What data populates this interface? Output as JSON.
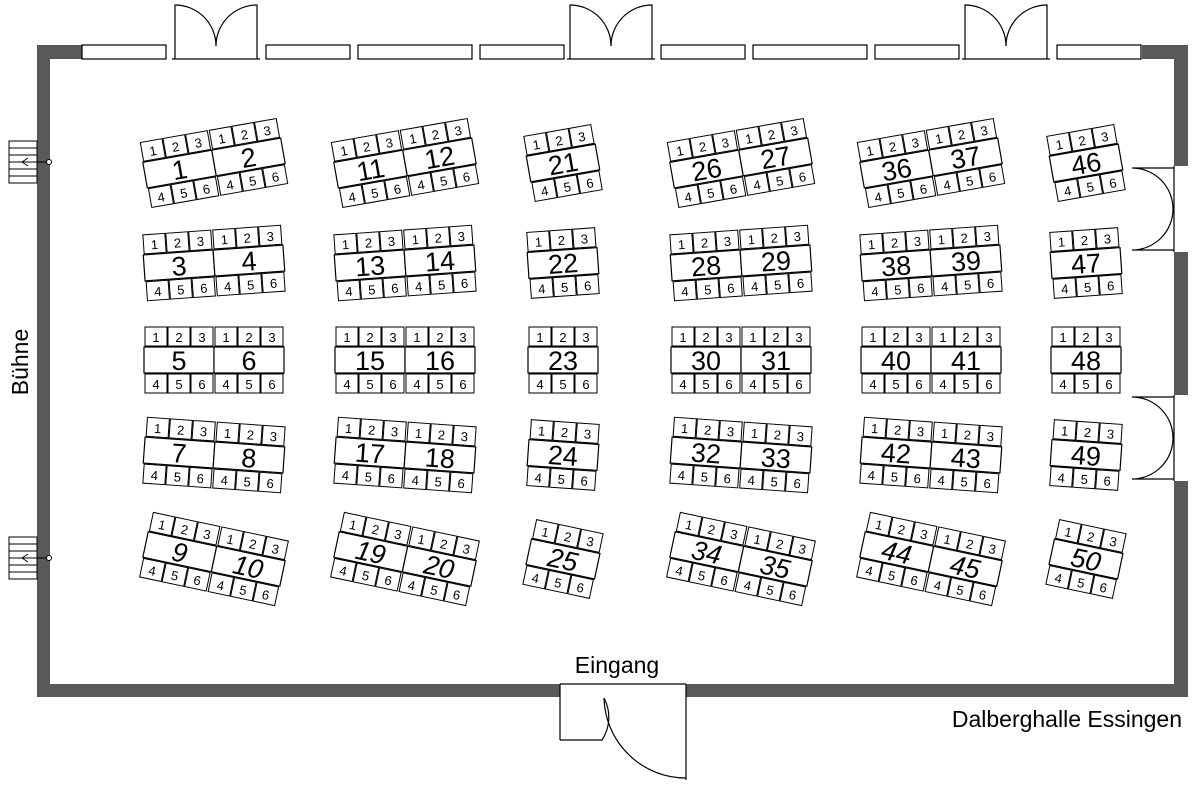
{
  "labels": {
    "stage": "Bühne",
    "entrance": "Eingang",
    "venue": "Dalberghalle Essingen"
  },
  "seat_numbers": {
    "top": [
      "1",
      "2",
      "3"
    ],
    "bottom": [
      "4",
      "5",
      "6"
    ]
  },
  "colors": {
    "wall": "#595959",
    "line": "#000000",
    "background": "#ffffff"
  },
  "table_groups": [
    {
      "tables": [
        "1",
        "2"
      ],
      "tilt": -10,
      "italic": false
    },
    {
      "tables": [
        "11",
        "12"
      ],
      "tilt": -10,
      "italic": false
    },
    {
      "tables": [
        "21"
      ],
      "tilt": -10,
      "italic": false
    },
    {
      "tables": [
        "26",
        "27"
      ],
      "tilt": -10,
      "italic": false
    },
    {
      "tables": [
        "36",
        "37"
      ],
      "tilt": -10,
      "italic": false
    },
    {
      "tables": [
        "46"
      ],
      "tilt": -10,
      "italic": false
    },
    {
      "tables": [
        "3",
        "4"
      ],
      "tilt": -4,
      "italic": false
    },
    {
      "tables": [
        "13",
        "14"
      ],
      "tilt": -4,
      "italic": false
    },
    {
      "tables": [
        "22"
      ],
      "tilt": -4,
      "italic": false
    },
    {
      "tables": [
        "28",
        "29"
      ],
      "tilt": -4,
      "italic": false
    },
    {
      "tables": [
        "38",
        "39"
      ],
      "tilt": -4,
      "italic": false
    },
    {
      "tables": [
        "47"
      ],
      "tilt": -4,
      "italic": false
    },
    {
      "tables": [
        "5",
        "6"
      ],
      "tilt": 0,
      "italic": false
    },
    {
      "tables": [
        "15",
        "16"
      ],
      "tilt": 0,
      "italic": false
    },
    {
      "tables": [
        "23"
      ],
      "tilt": 0,
      "italic": false
    },
    {
      "tables": [
        "30",
        "31"
      ],
      "tilt": 0,
      "italic": false
    },
    {
      "tables": [
        "40",
        "41"
      ],
      "tilt": 0,
      "italic": false
    },
    {
      "tables": [
        "48"
      ],
      "tilt": 0,
      "italic": false
    },
    {
      "tables": [
        "7",
        "8"
      ],
      "tilt": 4,
      "italic": false
    },
    {
      "tables": [
        "17",
        "18"
      ],
      "tilt": 4,
      "italic": false
    },
    {
      "tables": [
        "24"
      ],
      "tilt": 4,
      "italic": false
    },
    {
      "tables": [
        "32",
        "33"
      ],
      "tilt": 4,
      "italic": false
    },
    {
      "tables": [
        "42",
        "43"
      ],
      "tilt": 4,
      "italic": false
    },
    {
      "tables": [
        "49"
      ],
      "tilt": 4,
      "italic": false
    },
    {
      "tables": [
        "9",
        "10"
      ],
      "tilt": 12,
      "italic": true
    },
    {
      "tables": [
        "19",
        "20"
      ],
      "tilt": 12,
      "italic": true
    },
    {
      "tables": [
        "25"
      ],
      "tilt": 12,
      "italic": true
    },
    {
      "tables": [
        "34",
        "35"
      ],
      "tilt": 12,
      "italic": true
    },
    {
      "tables": [
        "44",
        "45"
      ],
      "tilt": 12,
      "italic": true
    },
    {
      "tables": [
        "50"
      ],
      "tilt": 12,
      "italic": true
    }
  ]
}
